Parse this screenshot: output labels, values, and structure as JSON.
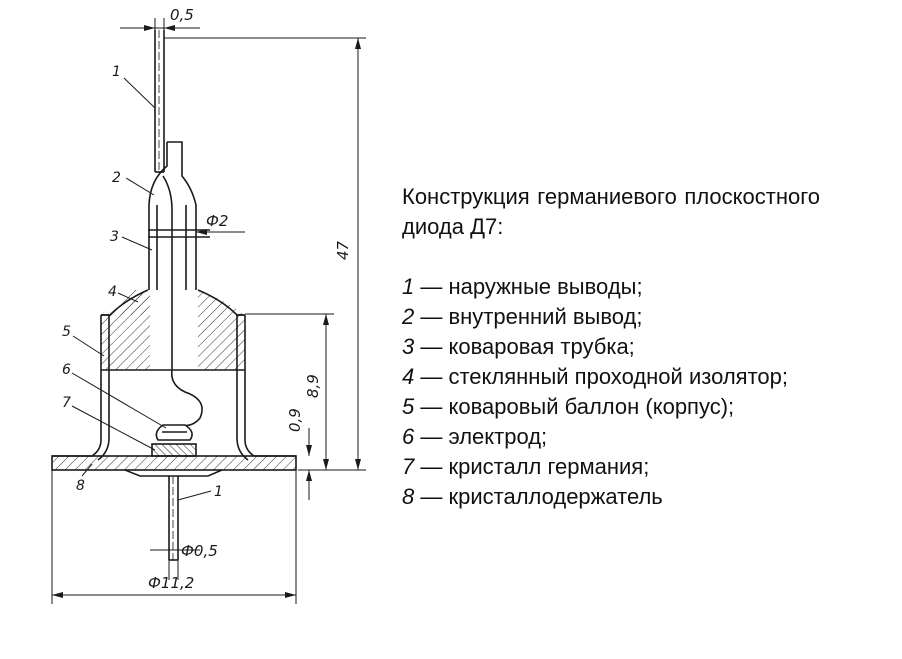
{
  "drawing": {
    "dimensions": {
      "top_width": "0,5",
      "tube_diameter": "Ф2",
      "total_height": "47",
      "body_height": "8,9",
      "base_height": "0,9",
      "lead_diameter": "Ф0,5",
      "base_diameter": "Ф11,2"
    },
    "leaders": [
      "1",
      "2",
      "3",
      "4",
      "5",
      "6",
      "7",
      "8",
      "1"
    ]
  },
  "caption": {
    "title": "Конструкция германиевого плоскостного диода Д7:",
    "items": [
      {
        "num": "1",
        "text": " — наружные выводы;"
      },
      {
        "num": "2",
        "text": " — внутренний вывод;"
      },
      {
        "num": "3",
        "text": " — коваровая трубка;"
      },
      {
        "num": "4",
        "text": " — стеклянный проходной изолятор;"
      },
      {
        "num": "5",
        "text": " — коваровый баллон (корпус);"
      },
      {
        "num": "6",
        "text": " — электрод;"
      },
      {
        "num": "7",
        "text": " — кристалл германия;"
      },
      {
        "num": "8",
        "text": " — кристаллодержатель"
      }
    ]
  }
}
